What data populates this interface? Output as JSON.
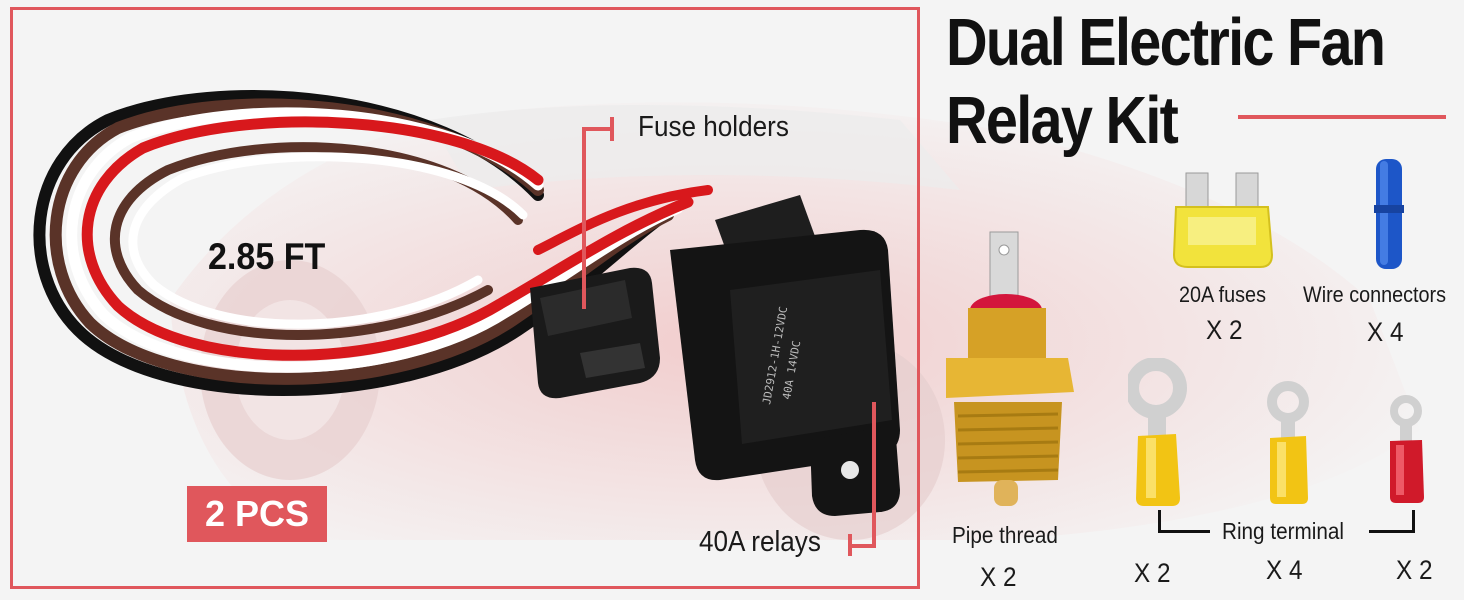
{
  "title": {
    "line1": "Dual Electric Fan",
    "line2": "Relay Kit"
  },
  "harness": {
    "length": "2.85 FT",
    "quantity_badge": "2 PCS"
  },
  "callouts": {
    "fuse_holders": "Fuse holders",
    "relays": "40A relays"
  },
  "relay_print": [
    "JD2912-1H-12VDC",
    "40A 14VDC"
  ],
  "parts": [
    {
      "name": "20A fuses",
      "qty": "X 2"
    },
    {
      "name": "Wire connectors",
      "qty": "X 4"
    },
    {
      "name": "Pipe thread",
      "qty": "X 2"
    },
    {
      "name": "Ring terminal",
      "qty": "X 4"
    }
  ],
  "ring_side_qty": {
    "left": "X 2",
    "right": "X 2"
  },
  "colors": {
    "accent": "#e0575c",
    "wire_red": "#d8181c",
    "wire_brown": "#5a3328",
    "wire_white": "#ffffff",
    "wire_black": "#111111",
    "brass": "#d6a126",
    "fuse_yellow": "#f2e33c",
    "connector_blue": "#1d56c8",
    "terminal_yellow": "#f2c414",
    "terminal_red": "#d01a2a"
  }
}
